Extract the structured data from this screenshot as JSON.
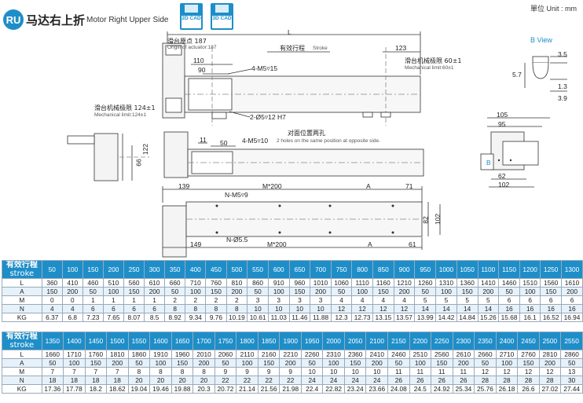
{
  "header": {
    "badge": "RU",
    "title_cn": "马达右上折",
    "title_en": "Motor Right Upper Side",
    "cad_2d": "2D CAD",
    "cad_3d": "3D CAD",
    "unit": "單位 Unit : mm"
  },
  "drawing": {
    "L": "L",
    "origin_cn": "滑台原点",
    "origin_val": "187",
    "origin_en": "Origin of actuator:187",
    "stroke_cn": "有效行程",
    "stroke_en": "Stroke",
    "dim_123": "123",
    "dim_110": "110",
    "dim_90": "90",
    "m5_15": "4-M5▿15",
    "mech_limit_cn_r": "滑台机械极限 60±1",
    "mech_limit_en_r": "Mechanical limit:60±1",
    "mech_limit_cn_l": "滑台机械极限 124±1",
    "mech_limit_en_l": "Mechanical limit:124±1",
    "pin": "2-Ø5▿12 H7",
    "b_view": "B View",
    "bv_35": "3.5",
    "bv_57": "5.7",
    "bv_13": "1.3",
    "bv_39": "3.9",
    "dim_11": "11",
    "dim_50": "50",
    "m5_10": "4-M5▿10",
    "opp_cn": "对面位置两孔",
    "opp_en": "2 holes on the same position at opposite side.",
    "dim_122": "122",
    "dim_66": "66",
    "dim_105": "105",
    "dim_95": "95",
    "dim_62": "62",
    "dim_102b": "102",
    "B": "B",
    "dim_139": "139",
    "m200_top": "M*200",
    "A_top": "A",
    "dim_71": "71",
    "nm5": "N-M5▿9",
    "dim_82": "82",
    "dim_102": "102",
    "dim_149": "149",
    "n55": "N-Ø5.5",
    "m200_bot": "M*200",
    "A_bot": "A",
    "dim_61": "61"
  },
  "table1": {
    "stroke_cn": "有效行程",
    "stroke_en": "stroke",
    "strokes": [
      "50",
      "100",
      "150",
      "200",
      "250",
      "300",
      "350",
      "400",
      "450",
      "500",
      "550",
      "600",
      "650",
      "700",
      "750",
      "800",
      "850",
      "900",
      "950",
      "1000",
      "1050",
      "1100",
      "1150",
      "1200",
      "1250",
      "1300"
    ],
    "rows": [
      {
        "label": "L",
        "values": [
          "360",
          "410",
          "460",
          "510",
          "560",
          "610",
          "660",
          "710",
          "760",
          "810",
          "860",
          "910",
          "960",
          "1010",
          "1060",
          "1110",
          "1160",
          "1210",
          "1260",
          "1310",
          "1360",
          "1410",
          "1460",
          "1510",
          "1560",
          "1610"
        ]
      },
      {
        "label": "A",
        "values": [
          "150",
          "200",
          "50",
          "100",
          "150",
          "200",
          "50",
          "100",
          "150",
          "200",
          "50",
          "100",
          "150",
          "200",
          "50",
          "100",
          "150",
          "200",
          "50",
          "100",
          "150",
          "200",
          "50",
          "100",
          "150",
          "200"
        ]
      },
      {
        "label": "M",
        "values": [
          "0",
          "0",
          "1",
          "1",
          "1",
          "1",
          "2",
          "2",
          "2",
          "2",
          "3",
          "3",
          "3",
          "3",
          "4",
          "4",
          "4",
          "4",
          "5",
          "5",
          "5",
          "5",
          "6",
          "6",
          "6",
          "6"
        ]
      },
      {
        "label": "N",
        "values": [
          "4",
          "4",
          "6",
          "6",
          "6",
          "6",
          "8",
          "8",
          "8",
          "8",
          "10",
          "10",
          "10",
          "10",
          "12",
          "12",
          "12",
          "12",
          "14",
          "14",
          "14",
          "14",
          "16",
          "16",
          "16",
          "16"
        ]
      },
      {
        "label": "KG",
        "values": [
          "6.37",
          "6.8",
          "7.23",
          "7.65",
          "8.07",
          "8.5",
          "8.92",
          "9.34",
          "9.76",
          "10.19",
          "10.61",
          "11.03",
          "11.46",
          "11.88",
          "12.3",
          "12.73",
          "13.15",
          "13.57",
          "13.99",
          "14.42",
          "14.84",
          "15.26",
          "15.68",
          "16.1",
          "16.52",
          "16.94"
        ]
      }
    ]
  },
  "table2": {
    "stroke_cn": "有效行程",
    "stroke_en": "stroke",
    "strokes": [
      "1350",
      "1400",
      "1450",
      "1500",
      "1550",
      "1600",
      "1650",
      "1700",
      "1750",
      "1800",
      "1850",
      "1900",
      "1950",
      "2000",
      "2050",
      "2100",
      "2150",
      "2200",
      "2250",
      "2300",
      "2350",
      "2400",
      "2450",
      "2500",
      "2550"
    ],
    "rows": [
      {
        "label": "L",
        "values": [
          "1660",
          "1710",
          "1760",
          "1810",
          "1860",
          "1910",
          "1960",
          "2010",
          "2060",
          "2110",
          "2160",
          "2210",
          "2260",
          "2310",
          "2360",
          "2410",
          "2460",
          "2510",
          "2560",
          "2610",
          "2660",
          "2710",
          "2760",
          "2810",
          "2860"
        ]
      },
      {
        "label": "A",
        "values": [
          "50",
          "100",
          "150",
          "200",
          "50",
          "100",
          "150",
          "200",
          "50",
          "100",
          "150",
          "200",
          "50",
          "100",
          "150",
          "200",
          "50",
          "100",
          "150",
          "200",
          "50",
          "100",
          "150",
          "200",
          "50"
        ]
      },
      {
        "label": "M",
        "values": [
          "7",
          "7",
          "7",
          "7",
          "8",
          "8",
          "8",
          "8",
          "9",
          "9",
          "9",
          "9",
          "10",
          "10",
          "10",
          "10",
          "11",
          "11",
          "11",
          "11",
          "12",
          "12",
          "12",
          "12",
          "13"
        ]
      },
      {
        "label": "N",
        "values": [
          "18",
          "18",
          "18",
          "18",
          "20",
          "20",
          "20",
          "20",
          "22",
          "22",
          "22",
          "22",
          "24",
          "24",
          "24",
          "24",
          "26",
          "26",
          "26",
          "26",
          "28",
          "28",
          "28",
          "28",
          "30"
        ]
      },
      {
        "label": "KG",
        "values": [
          "17.36",
          "17.78",
          "18.2",
          "18.62",
          "19.04",
          "19.46",
          "19.88",
          "20.3",
          "20.72",
          "21.14",
          "21.56",
          "21.98",
          "22.4",
          "22.82",
          "23.24",
          "23.66",
          "24.08",
          "24.5",
          "24.92",
          "25.34",
          "25.76",
          "26.18",
          "26.6",
          "27.02",
          "27.44"
        ]
      }
    ]
  }
}
